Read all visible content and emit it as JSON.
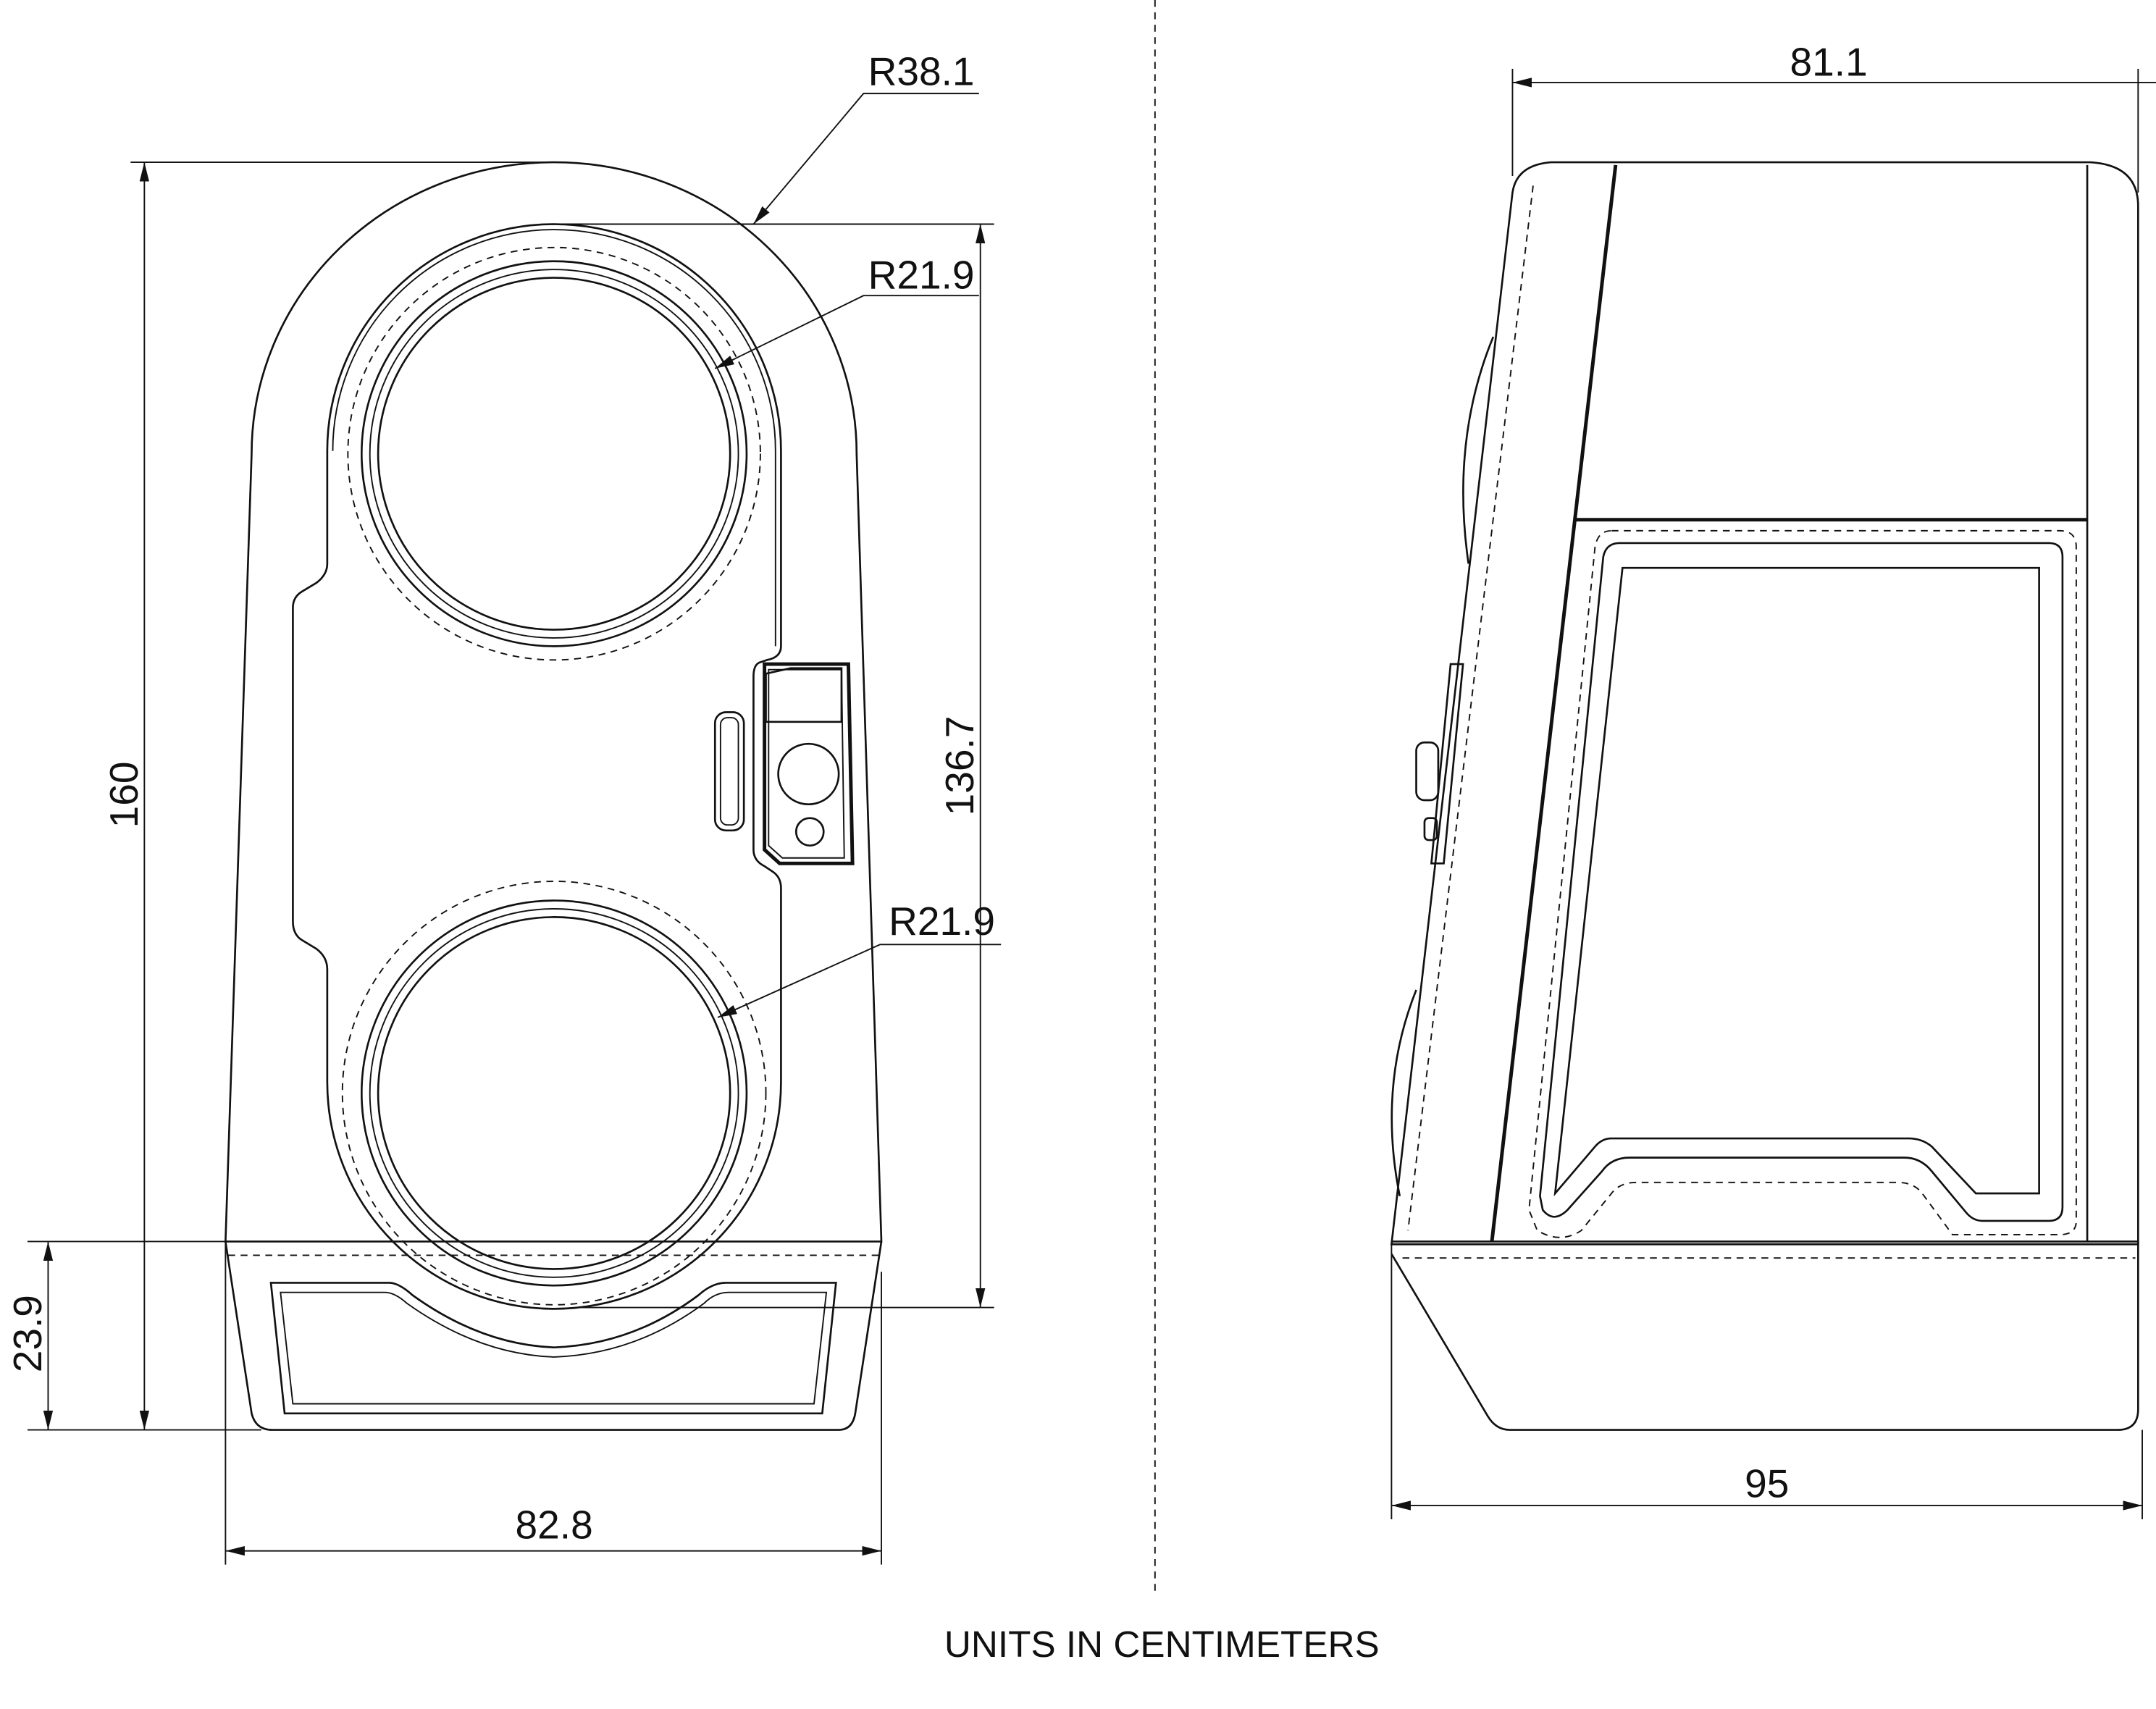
{
  "drawing": {
    "note": "UNITS IN CENTIMETERS",
    "front_view": {
      "dimensions": {
        "overall_height": "160",
        "base_height": "23.9",
        "panel_height": "136.7",
        "base_width": "82.8",
        "top_radius": "R38.1",
        "upper_woofer_radius": "R21.9",
        "lower_woofer_radius": "R21.9"
      }
    },
    "side_view": {
      "dimensions": {
        "top_depth": "81.1",
        "base_depth": "95"
      }
    }
  }
}
